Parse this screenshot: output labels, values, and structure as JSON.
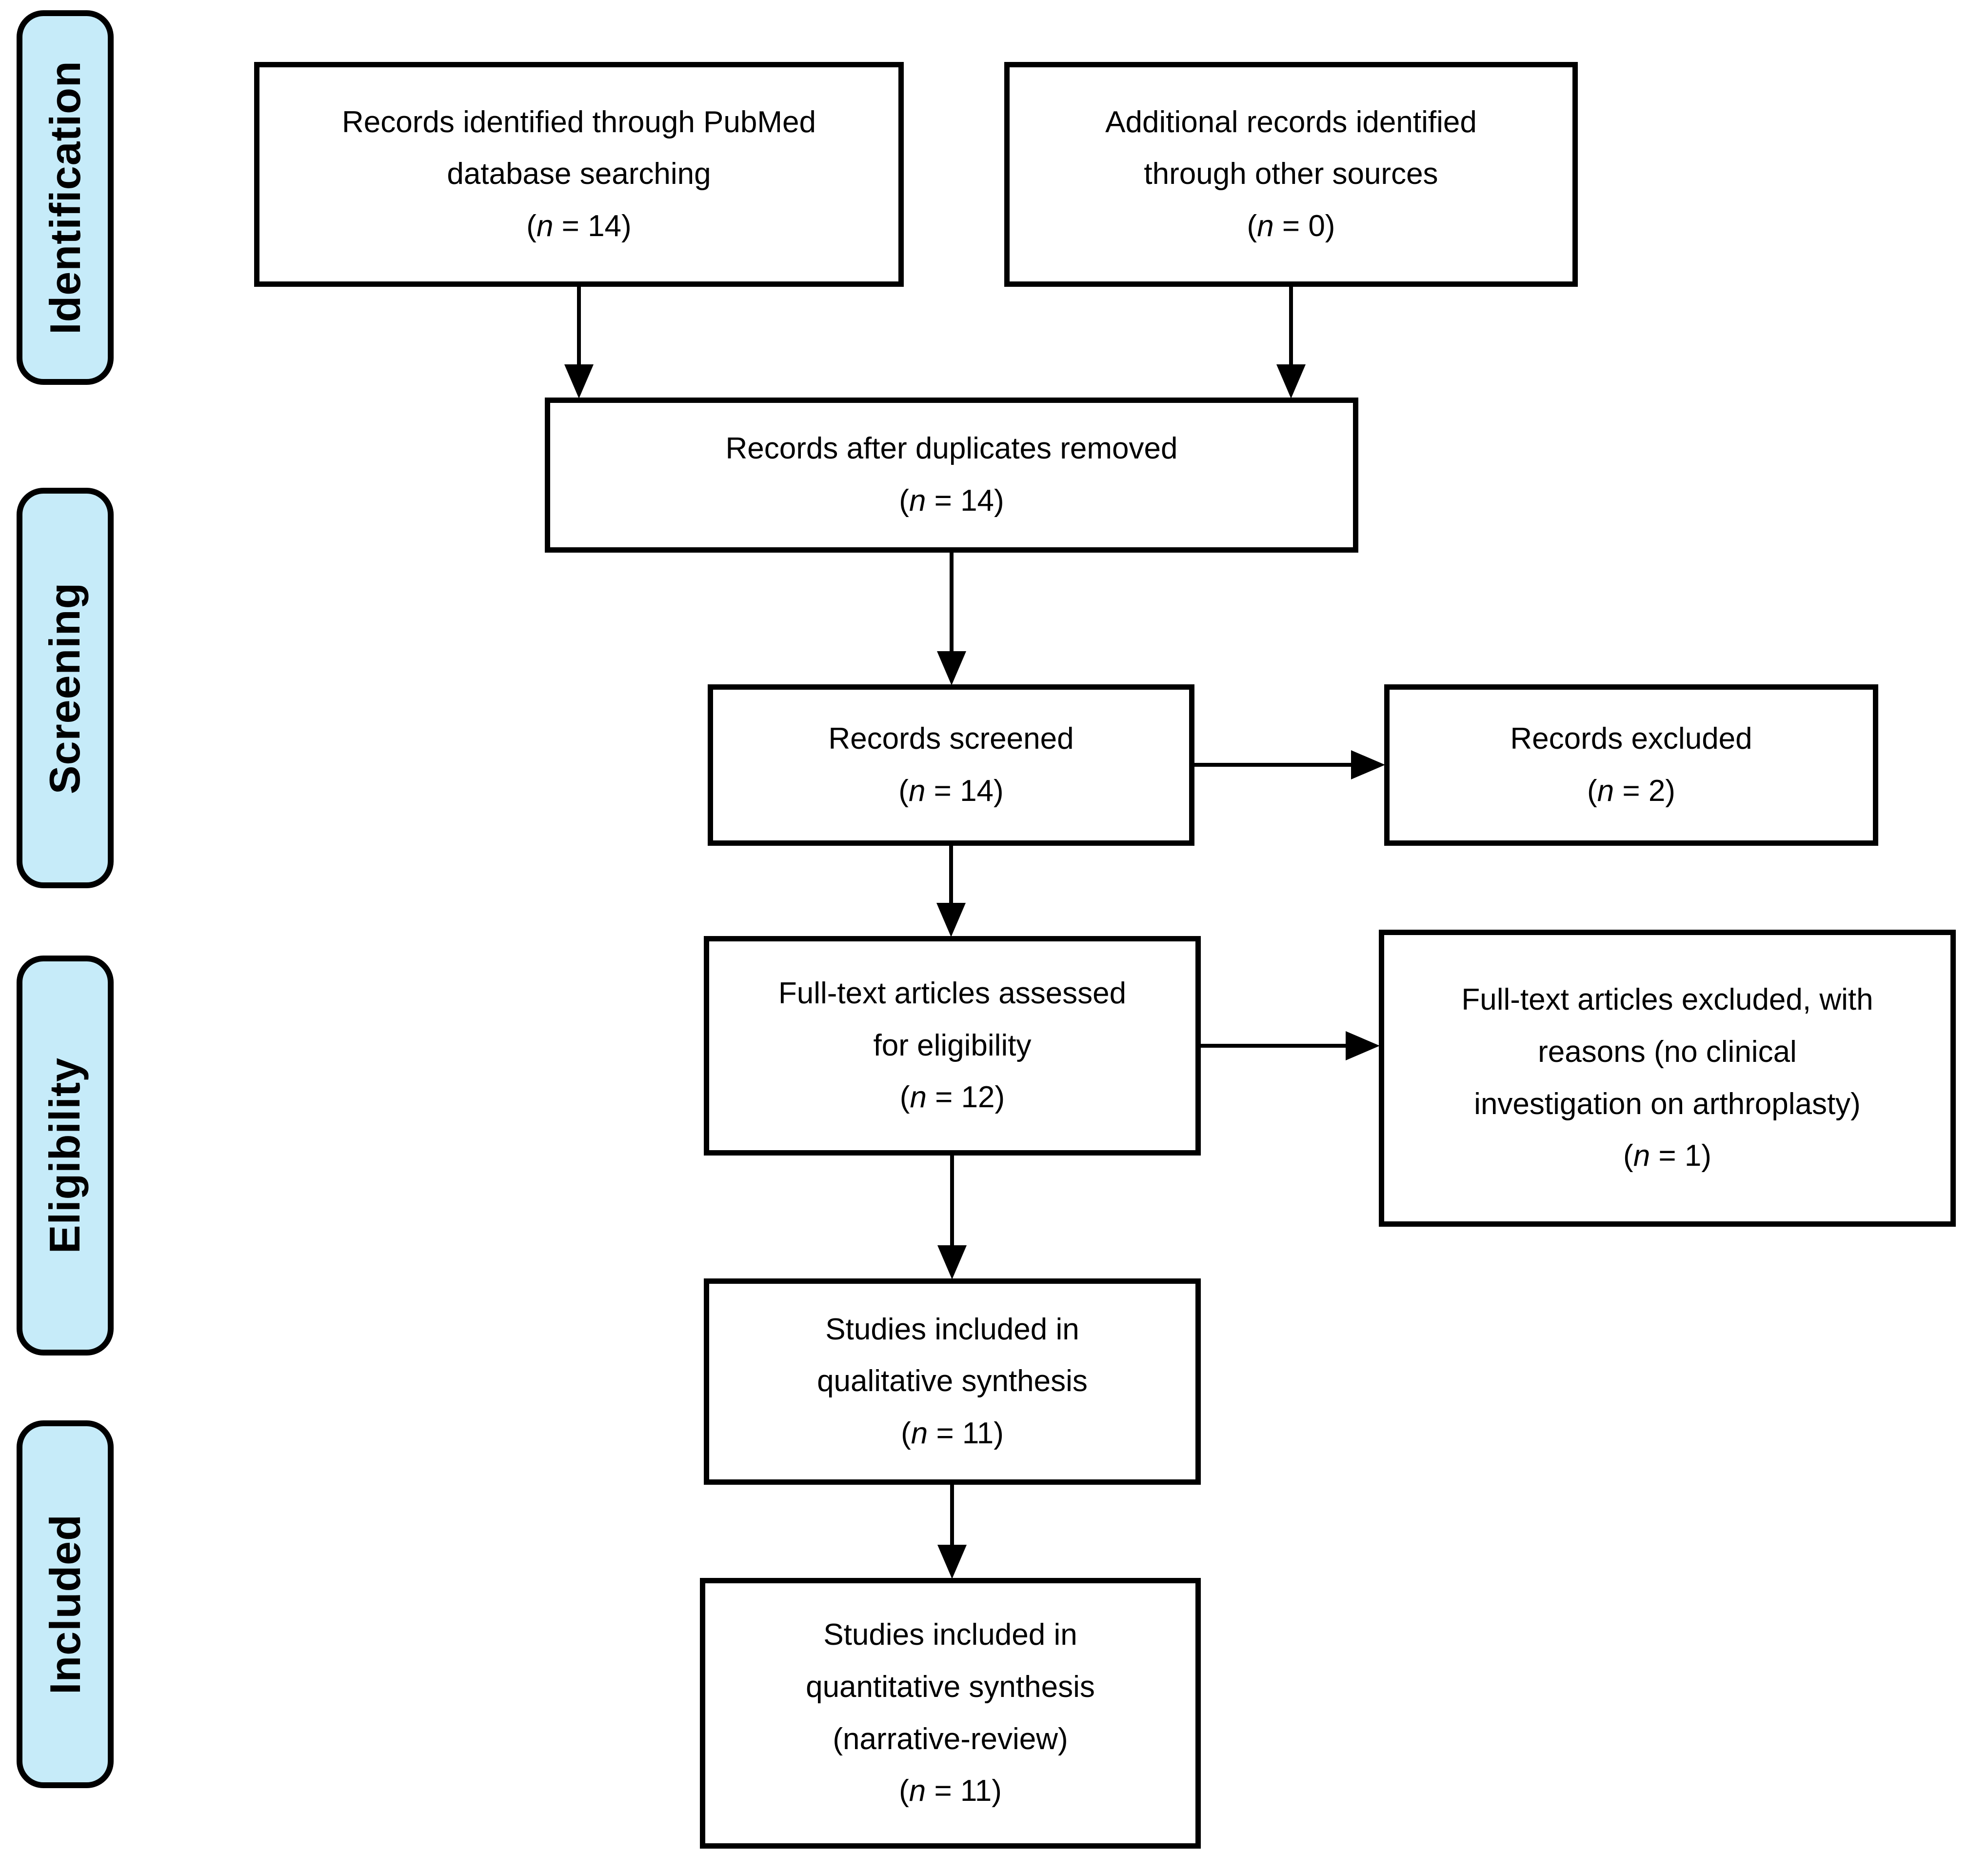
{
  "diagram_type": "prisma-flow-diagram",
  "colors": {
    "stage_fill": "#c6ebf9",
    "border": "#000000",
    "background": "#ffffff"
  },
  "stages": [
    {
      "label": "Identification"
    },
    {
      "label": "Screening"
    },
    {
      "label": "Eligibility"
    },
    {
      "label": "Included"
    }
  ],
  "boxes": {
    "records_identified": {
      "lines": [
        "Records identified through PubMed",
        "database searching"
      ],
      "n_prefix": "(",
      "n_italic": "n",
      "n_suffix": " = 14)"
    },
    "additional_records": {
      "lines": [
        "Additional records identified",
        "through other sources"
      ],
      "n_prefix": "(",
      "n_italic": "n",
      "n_suffix": " = 0)"
    },
    "after_duplicates": {
      "lines": [
        "Records after duplicates removed"
      ],
      "n_prefix": "(",
      "n_italic": "n",
      "n_suffix": " = 14)"
    },
    "records_screened": {
      "lines": [
        "Records screened"
      ],
      "n_prefix": "(",
      "n_italic": "n",
      "n_suffix": " = 14)"
    },
    "records_excluded": {
      "lines": [
        "Records excluded"
      ],
      "n_prefix": "(",
      "n_italic": "n",
      "n_suffix": " = 2)"
    },
    "fulltext_assessed": {
      "lines": [
        "Full-text articles assessed",
        "for eligibility"
      ],
      "n_prefix": "(",
      "n_italic": "n",
      "n_suffix": " = 12)"
    },
    "fulltext_excluded": {
      "lines": [
        "Full-text articles excluded, with",
        "reasons (no clinical",
        "investigation on arthroplasty)"
      ],
      "n_prefix": "(",
      "n_italic": "n",
      "n_suffix": " = 1)"
    },
    "qualitative_synthesis": {
      "lines": [
        "Studies included in",
        "qualitative synthesis"
      ],
      "n_prefix": "(",
      "n_italic": "n",
      "n_suffix": " = 11)"
    },
    "quantitative_synthesis": {
      "lines": [
        "Studies included in",
        "quantitative synthesis",
        "(narrative-review)"
      ],
      "n_prefix": "(",
      "n_italic": "n",
      "n_suffix": " = 11)"
    }
  }
}
